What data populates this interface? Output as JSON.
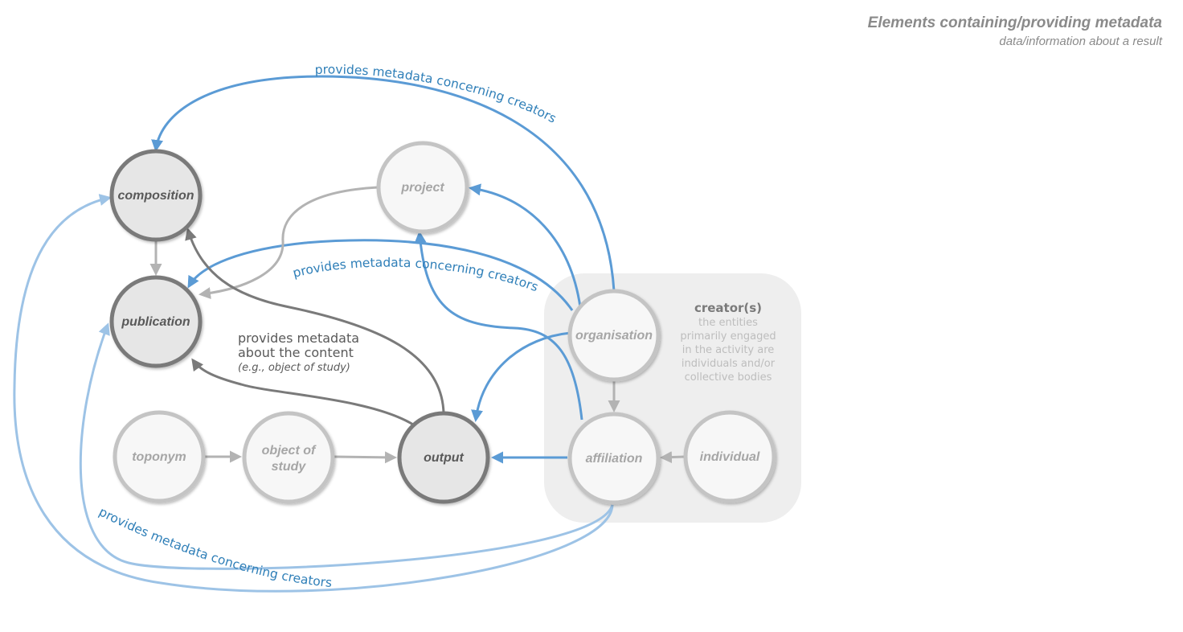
{
  "legend": {
    "title": "Elements containing/providing metadata",
    "subtitle": "data/information about a result"
  },
  "nodes": {
    "composition": "composition",
    "publication": "publication",
    "project": "project",
    "organisation": "organisation",
    "toponym": "toponym",
    "object_of_study_line1": "object of",
    "object_of_study_line2": "study",
    "output": "output",
    "affiliation": "affiliation",
    "individual": "individual"
  },
  "creators_box": {
    "title": "creator(s)",
    "lines": [
      "the entities",
      "primarily engaged",
      "in the activity are",
      "individuals and/or",
      "collective bodies"
    ]
  },
  "edge_labels": {
    "creators_top": "provides metadata concerning creators",
    "creators_mid": "provides metadata concerning creators",
    "creators_bottom": "provides metadata concerning creators",
    "content_line1": "provides metadata",
    "content_line2": "about the content",
    "content_line3": "(e.g., object of study)"
  },
  "colors": {
    "blue_strong": "#5b9bd5",
    "blue_light": "#9dc3e6",
    "blue_text": "#2f7fb8",
    "grey_dark": "#7a7a7a",
    "grey_light": "#b3b3b3",
    "node_fill_dark": "#e6e6e6",
    "node_fill_light": "#f7f7f7",
    "box_fill": "#eeeeee"
  }
}
